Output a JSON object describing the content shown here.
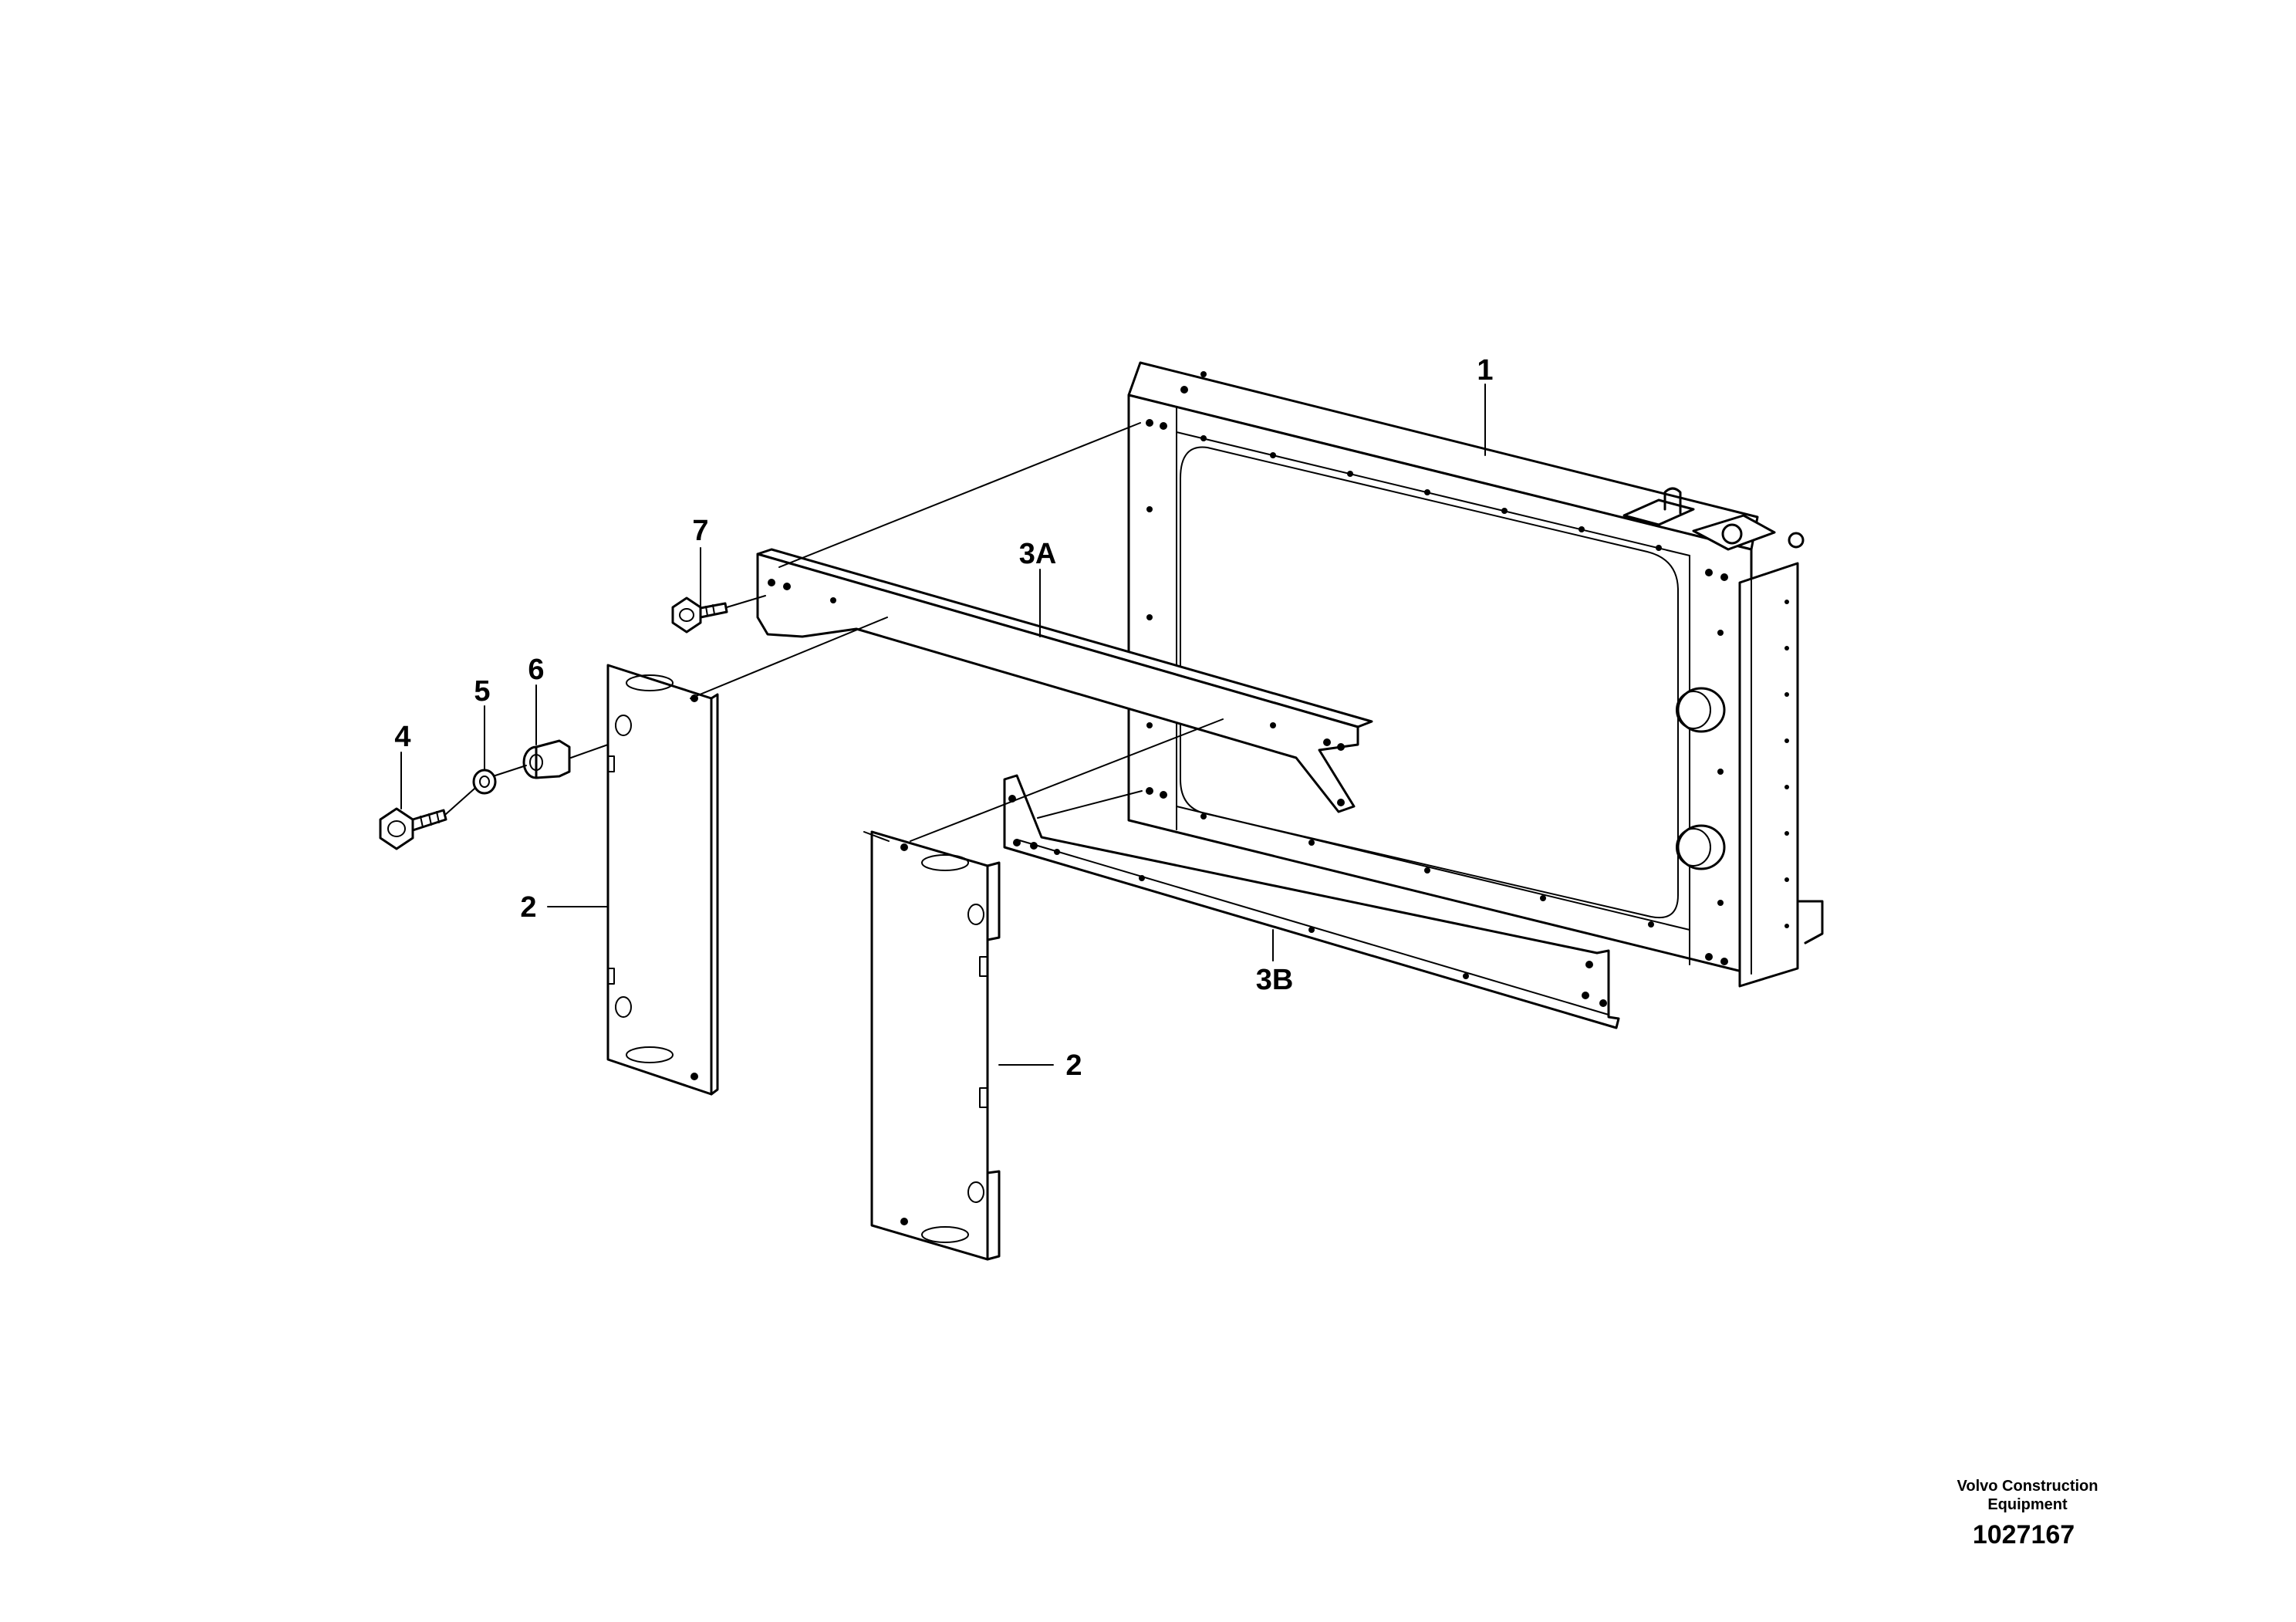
{
  "callouts": {
    "c1": "1",
    "c2a": "2",
    "c2b": "2",
    "c3a": "3A",
    "c3b": "3B",
    "c4": "4",
    "c5": "5",
    "c6": "6",
    "c7": "7"
  },
  "footer": {
    "credit_line1": "Volvo Construction",
    "credit_line2": "Equipment",
    "doc_number": "1027167"
  }
}
